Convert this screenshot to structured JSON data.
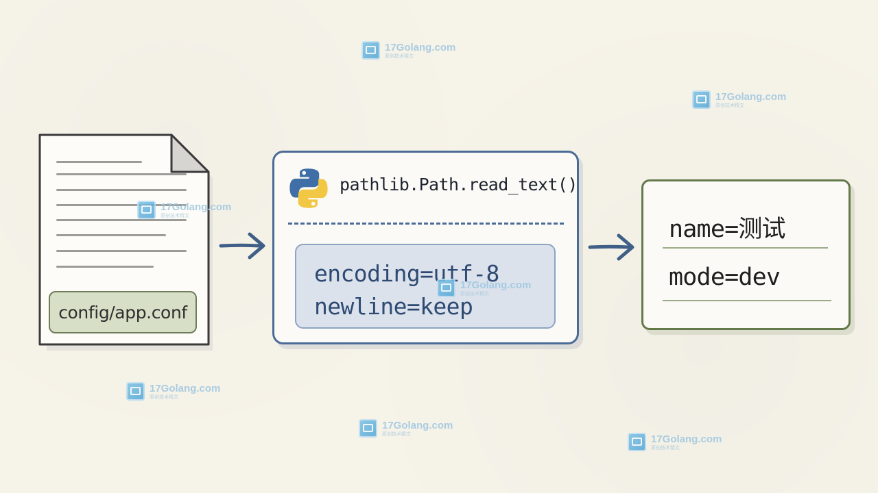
{
  "file": {
    "path": "config/app.conf"
  },
  "method": {
    "call": "pathlib.Path.read_text()",
    "params": [
      "encoding=utf-8",
      "newline=keep"
    ]
  },
  "result": {
    "lines": [
      "name=测试",
      "mode=dev"
    ]
  },
  "watermark": {
    "site": "17Golang.com",
    "tagline": "原创技术精文"
  },
  "colors": {
    "method_border": "#4a6b95",
    "result_border": "#63794a",
    "file_label_bg": "#d8dfc7",
    "arrow": "#3f5f87"
  },
  "icons": {
    "method": "python-logo-icon",
    "file": "document-icon",
    "arrow": "arrow-right-icon"
  }
}
